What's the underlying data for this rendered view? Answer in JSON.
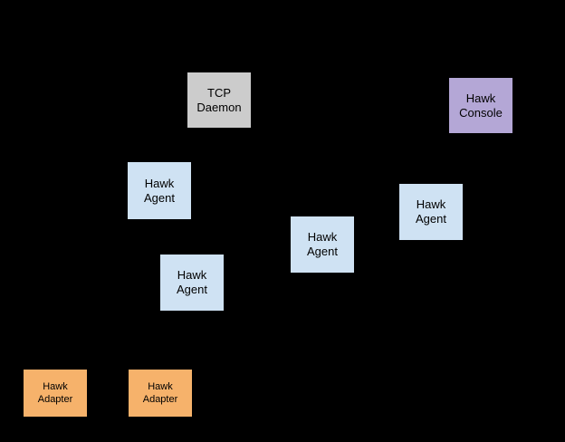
{
  "canvas": {
    "background": "#000000"
  },
  "colors": {
    "daemon_fill": "#cccccc",
    "console_fill": "#b4a7d6",
    "agent_fill": "#cfe2f3",
    "adapter_fill": "#f6b26b",
    "text": "#000000",
    "border": "#000000"
  },
  "nodes": [
    {
      "id": "tcp-daemon",
      "type": "daemon",
      "lines": [
        "TCP",
        "Daemon"
      ]
    },
    {
      "id": "hawk-console",
      "type": "console",
      "lines": [
        "Hawk",
        "Console"
      ]
    },
    {
      "id": "hawk-agent-1",
      "type": "agent",
      "lines": [
        "Hawk",
        "Agent"
      ]
    },
    {
      "id": "hawk-agent-2",
      "type": "agent",
      "lines": [
        "Hawk",
        "Agent"
      ]
    },
    {
      "id": "hawk-agent-3",
      "type": "agent",
      "lines": [
        "Hawk",
        "Agent"
      ]
    },
    {
      "id": "hawk-agent-4",
      "type": "agent",
      "lines": [
        "Hawk",
        "Agent"
      ]
    },
    {
      "id": "hawk-adapter-1",
      "type": "adapter",
      "lines": [
        "Hawk",
        "Adapter"
      ]
    },
    {
      "id": "hawk-adapter-2",
      "type": "adapter",
      "lines": [
        "Hawk",
        "Adapter"
      ]
    }
  ]
}
